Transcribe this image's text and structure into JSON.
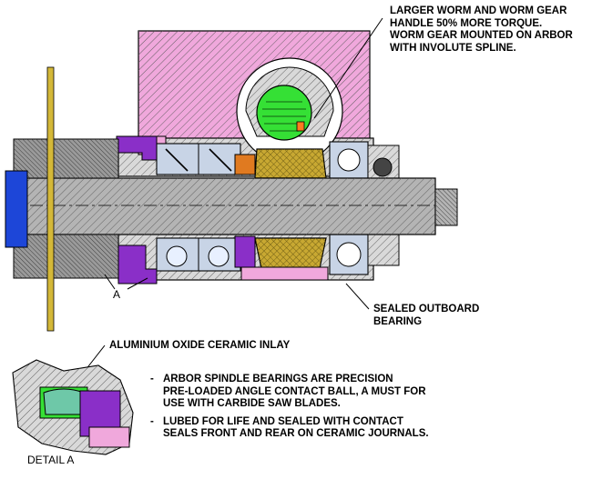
{
  "callouts": {
    "worm_gear": [
      "LARGER WORM AND WORM GEAR",
      "HANDLE 50% MORE TORQUE.",
      "WORM GEAR MOUNTED ON ARBOR",
      "WITH INVOLUTE SPLINE."
    ],
    "outboard_bearing": [
      "SEALED OUTBOARD",
      "BEARING"
    ],
    "ceramic_inlay": "ALUMINIUM OXIDE CERAMIC INLAY",
    "section_marker": "A",
    "detail_label": "DETAIL A"
  },
  "notes": [
    {
      "bullet": "-",
      "lines": [
        "ARBOR SPINDLE BEARINGS ARE PRECISION",
        "PRE-LOADED ANGLE CONTACT BALL, A MUST FOR",
        "USE WITH CARBIDE SAW BLADES."
      ]
    },
    {
      "bullet": "-",
      "lines": [
        "LUBED FOR LIFE AND SEALED WITH CONTACT",
        "SEALS FRONT AND REAR ON CERAMIC JOURNALS."
      ]
    }
  ],
  "colors": {
    "housing": "#d9d9d9",
    "gearbox": "#f0a8dc",
    "worm_gear": "#35e035",
    "worm": "#c8a832",
    "shaft": "#b4b4b4",
    "purple_parts": "#8a2fc8",
    "blue_nut": "#1d46d8",
    "bearing_race": "#c8d4e6",
    "orange_seal": "#e07a20",
    "saw_blade": "#d4b838"
  }
}
